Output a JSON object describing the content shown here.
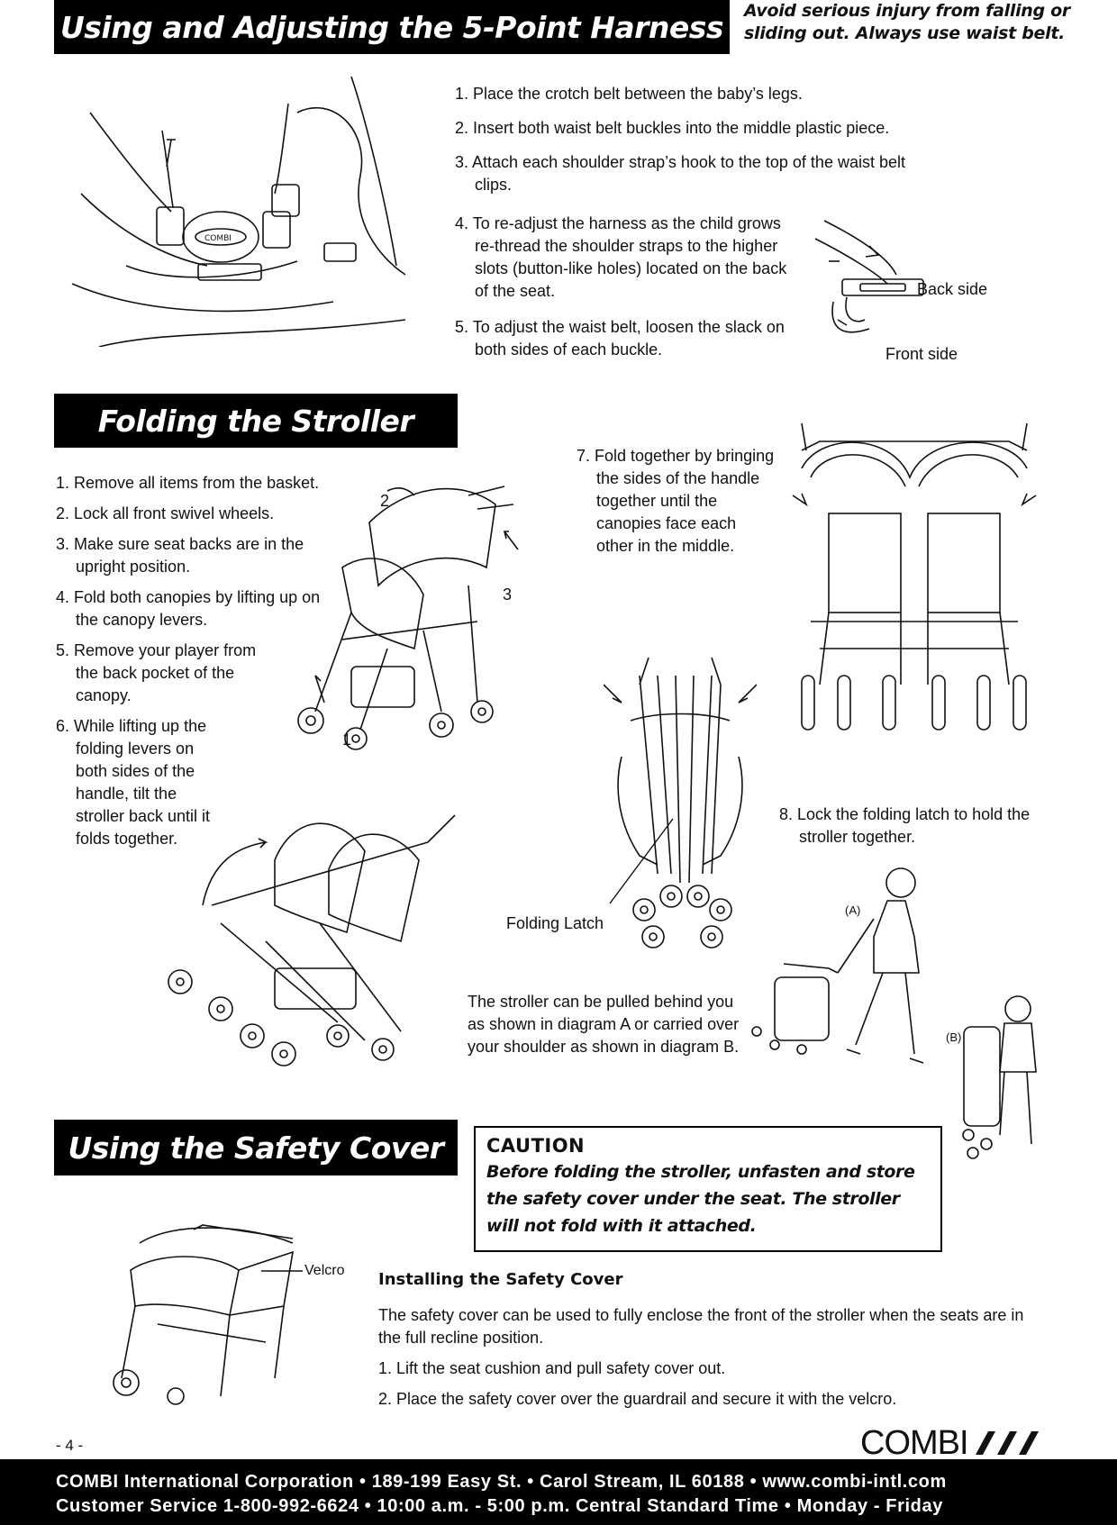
{
  "harness": {
    "title": "Using and Adjusting the 5-Point Harness",
    "warning_line1": "Avoid serious injury from falling or",
    "warning_line2": "sliding out. Always use waist belt.",
    "steps": [
      "1. Place the crotch belt between the baby’s legs.",
      "2. Insert both waist belt buckles into the middle plastic piece.",
      "3. Attach each shoulder strap’s hook to the top of the waist belt clips.",
      "4. To re-adjust the harness as the child grows re-thread the shoulder straps to the higher slots (button-like holes) located on the back of the seat.",
      "5. To adjust the waist belt, loosen the slack on both sides of each buckle."
    ],
    "buckle_logo": "COMBI",
    "back_side_label": "Back side",
    "front_side_label": "Front side"
  },
  "folding": {
    "title": "Folding the Stroller",
    "steps": [
      "1. Remove all items from the basket.",
      "2. Lock all front swivel wheels.",
      "3. Make sure seat backs are in the upright position.",
      "4. Fold both canopies by lifting up on the canopy levers.",
      "5. Remove your player from the back pocket of the canopy.",
      "6. While lifting up the folding levers on both sides of the handle, tilt the stroller back until it folds together."
    ],
    "step7": "7. Fold together by bringing the sides of the handle together until the canopies face each other in the middle.",
    "step8": "8. Lock the folding latch to hold the stroller together.",
    "num1": "1",
    "num2": "2",
    "num3": "3",
    "folding_latch_label": "Folding Latch",
    "pull_text": "The stroller can be pulled behind you as shown in diagram A or carried over your shoulder as shown in diagram B.",
    "diagram_a": "(A)",
    "diagram_b": "(B)"
  },
  "safety": {
    "title": "Using the Safety Cover",
    "caution_title": "CAUTION",
    "caution_text": "Before folding the stroller, unfasten and store the safety cover under the seat. The stroller will not fold with it attached.",
    "velcro_label": "Velcro",
    "installing_title": "Installing the Safety Cover",
    "intro": "The safety cover can be used to fully enclose the front of the stroller when the seats are in the full recline position.",
    "steps": [
      "1.  Lift the seat cushion and pull safety cover out.",
      "2.  Place the safety cover over the guardrail and secure it with the velcro."
    ]
  },
  "page_number": "- 4 -",
  "logo": "COMBI",
  "footer": {
    "line1": "COMBI International Corporation • 189-199 Easy St. • Carol Stream, IL 60188 • www.combi-intl.com",
    "line2": "Customer Service 1-800-992-6624 • 10:00 a.m. - 5:00 p.m. Central Standard Time • Monday - Friday"
  }
}
